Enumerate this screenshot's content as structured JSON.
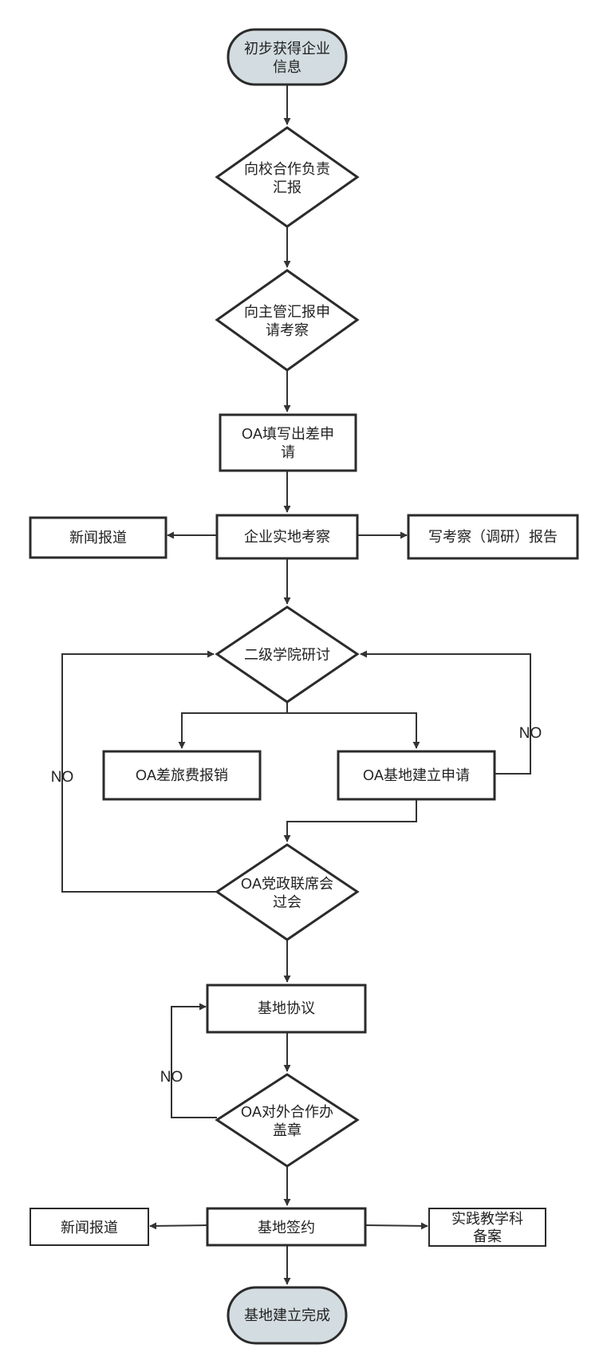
{
  "nodes": {
    "start": [
      "初步获得企业",
      "信息"
    ],
    "report_coop": [
      "向校合作负责",
      "汇报"
    ],
    "report_super": [
      "向主管汇报申",
      "请考察"
    ],
    "oa_trip": [
      "OA填写出差申",
      "请"
    ],
    "site_visit": "企业实地考察",
    "news_1": "新闻报道",
    "write_report": "写考察（调研）报告",
    "college_review": "二级学院研讨",
    "oa_reimburse": "OA差旅费报销",
    "oa_base_apply": "OA基地建立申请",
    "oa_party_meeting": [
      "OA党政联席会",
      "过会"
    ],
    "base_agreement": "基地协议",
    "oa_seal": [
      "OA对外合作办",
      "盖章"
    ],
    "base_signing": "基地签约",
    "news_2": "新闻报道",
    "practice_record": [
      "实践教学科",
      "备案"
    ],
    "end": "基地建立完成"
  },
  "edge_labels": {
    "no_left": "NO",
    "no_right": "NO",
    "no_seal": "NO"
  }
}
